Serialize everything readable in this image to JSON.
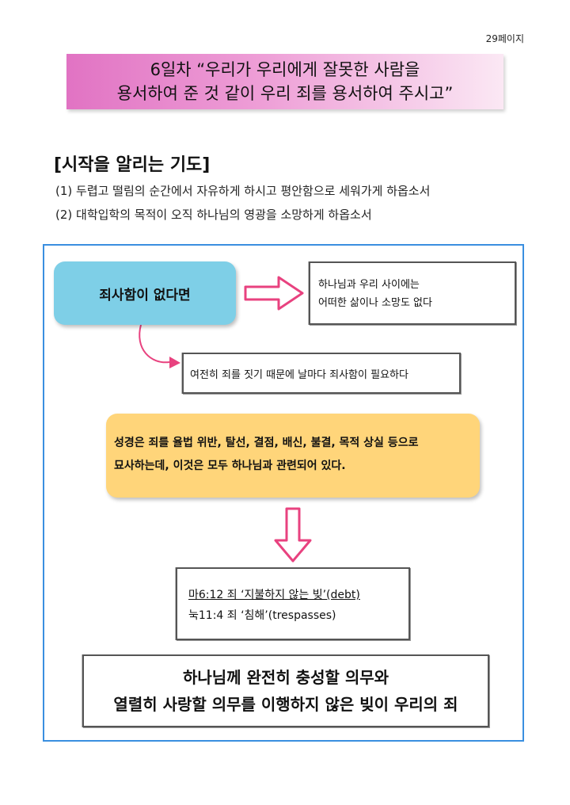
{
  "page": {
    "number": "29페이지"
  },
  "title": {
    "line1": "6일차 “우리가 우리에게 잘못한 사람을",
    "line2": "용서하여 준 것 같이 우리 죄를 용서하여 주시고”"
  },
  "prayer": {
    "heading": "[시작을 알리는 기도]",
    "items": [
      "(1) 두렵고 떨림의 순간에서 자유하게 하시고 평안함으로 세워가게 하옵소서",
      "(2) 대학입학의 목적이 오직 하나님의 영광을 소망하게 하옵소서"
    ]
  },
  "diagram": {
    "no_repentance": "죄사함이 없다면",
    "nothing": {
      "line1": "하나님과 우리 사이에는",
      "line2": "어떠한 삶이나 소망도 없다"
    },
    "still": "여전히 죄를 짓기 때문에 날마다 죄사함이 필요하다",
    "bible": {
      "line1": "성경은 죄를 율법 위반, 탈선, 결점, 배신, 불결, 목적 상실 등으로",
      "line2": "묘사하는데, 이것은 모두 하나님과 관련되어 있다."
    },
    "verses": {
      "line1": "마6:12 죄 ‘지불하지 않는 빚’(debt)",
      "line2": "눅11:4 죄 ‘침해’(trespasses)"
    },
    "conclusion": {
      "line1": "하나님께 완전히 충성할 의무와",
      "line2": "열렬히 사랑할 의무를 이행하지 않은 빚이 우리의 죄"
    }
  },
  "colors": {
    "title_gradient_start": "#e173c3",
    "frame_border": "#3a8fe0",
    "cyan_box": "#7ecfe7",
    "yellow_box": "#ffd57a",
    "arrow_pink": "#e8427f"
  }
}
